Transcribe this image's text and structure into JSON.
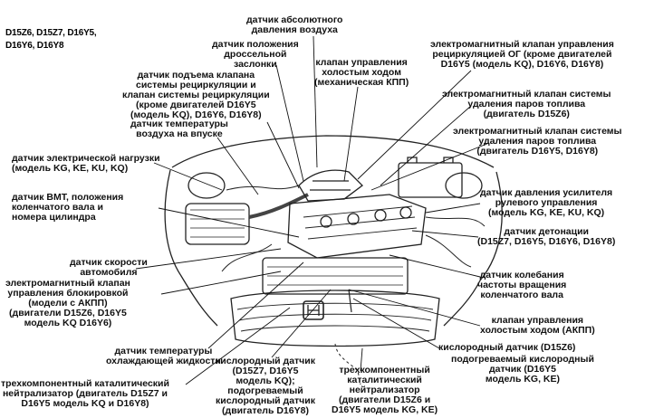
{
  "header": "D15Z6, D15Z7, D16Y5,\nD16Y6, D16Y8",
  "labels": {
    "map_sensor": "датчик абсолютного\nдавления воздуха",
    "tps": "датчик положения\nдроссельной\nзаслонки",
    "iac_mt": "клапан управления\nхолостым ходом\n(механическая КПП)",
    "egr_solenoid": "электромагнитный клапан управления\nрециркуляцией ОГ (кроме двигателей\nD16Y5 (модель KQ), D16Y6, D16Y8)",
    "egr_lift": "датчик подъема клапана\nсистемы рециркуляции и\nклапан системы рециркуляции\n(кроме двигателей D16Y5\n(модель KQ), D16Y6, D16Y8)",
    "evap_d15z6": "электромагнитный клапан системы\nудаления паров топлива\n(двигатель D15Z6)",
    "iat": "датчик температуры\nвоздуха на впуске",
    "evap_d16": "электромагнитный клапан системы\nудаления паров топлива\n(двигатель D16Y5, D16Y8)",
    "eld": "датчик электрической нагрузки\n(модель KG, KE, KU, KQ)",
    "tdc": "датчик ВМТ, положения\nколенчатого вала и\nномера цилиндра",
    "ps_pressure": "датчик давления усилителя\nрулевого управления\n(модель KG, KE, KU, KQ)",
    "knock": "датчик детонации\n(D15Z7, D16Y5, D16Y6, D16Y8)",
    "vss": "датчик скорости\nавтомобиля",
    "ckf": "датчик колебания\nчастоты вращения\nколенчатого вала",
    "lockup": "электромагнитный клапан\nуправления блокировкой\n(модели с АКПП)\n(двигатели D15Z6, D16Y5\nмодель KQ D16Y6)",
    "iac_at": "клапан управления\nхолостым ходом (АКПП)",
    "o2_d15z6": "кислородный датчик (D15Z6)",
    "heated_o2": "подогреваемый кислородный\nдатчик (D16Y5\nмодель KG, KE)",
    "ect": "датчик температуры\nохлаждающей жидкости",
    "o2_multi": "кислородный датчик\n(D15Z7, D16Y5\nмодель KQ);\nподогреваемый\nкислородный датчик\n(двигатель D16Y8)",
    "twc_left": "трехкомпонентный каталитический\nнейтрализатор (двигатель D15Z7 и\nD16Y5 модель KQ и D16Y8)",
    "twc_center": "трехкомпонентный\nкаталитический\nнейтрализатор\n(двигатели D15Z6 и\nD16Y5 модель KG, KE)"
  }
}
